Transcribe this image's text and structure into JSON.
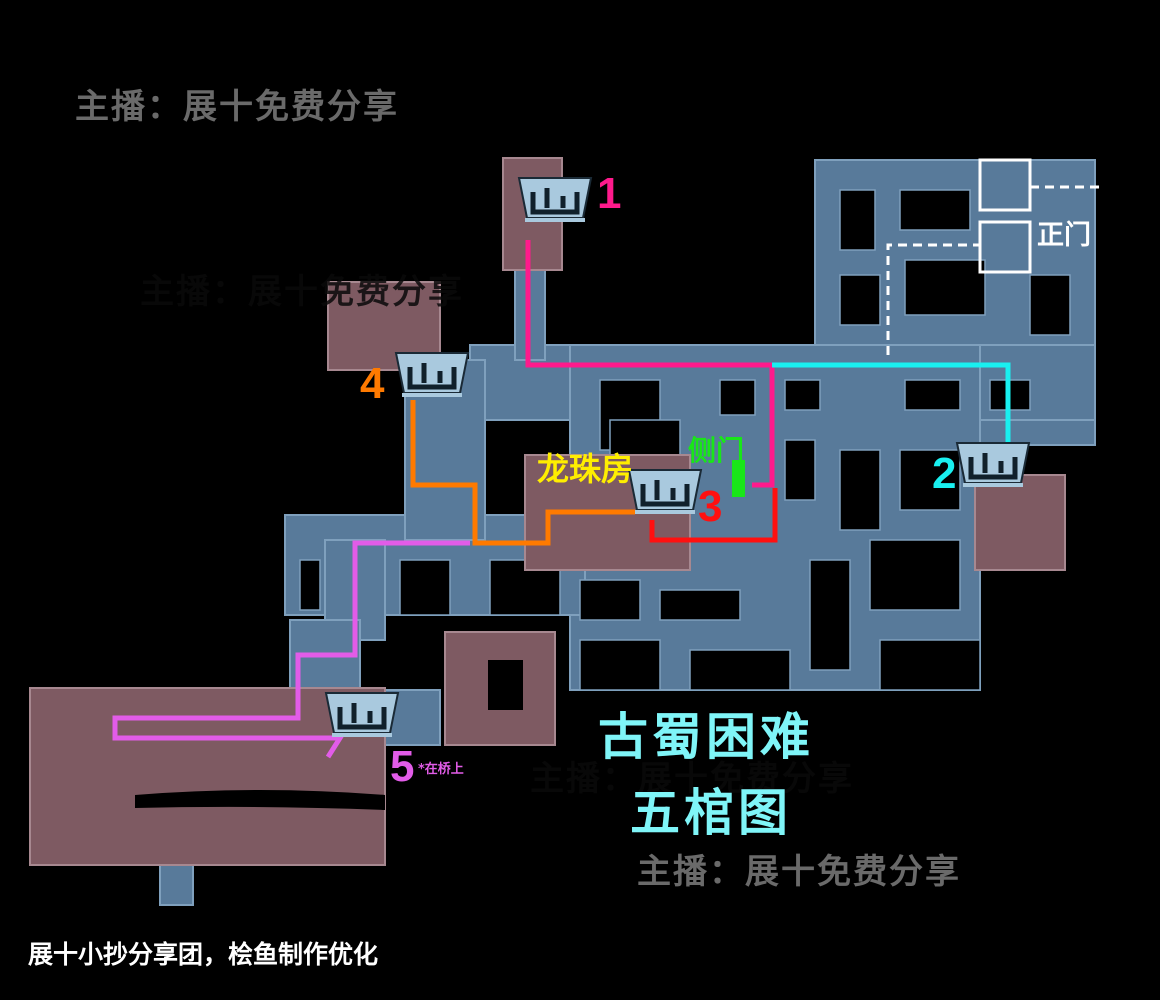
{
  "watermarks": [
    "主播：展十免费分享",
    "主播：展十免费分享",
    "主播：展十免费分享",
    "主播：展十免费分享"
  ],
  "title": {
    "line1": "古蜀困难",
    "line2": "五棺图"
  },
  "credit": "展十小抄分享团，桧鱼制作优化",
  "labels": {
    "dragon_room": "龙珠房",
    "side_door": "侧门",
    "main_door": "正门",
    "bridge_note": "*在桥上"
  },
  "coffins": [
    {
      "number": "1",
      "color": "#ff1a8c"
    },
    {
      "number": "2",
      "color": "#19f0f0"
    },
    {
      "number": "3",
      "color": "#ff1010"
    },
    {
      "number": "4",
      "color": "#ff7a00"
    },
    {
      "number": "5",
      "color": "#e25ce8"
    }
  ],
  "colors": {
    "floor": "#587a9a",
    "room": "#7e5a62",
    "side_door": "#19e619",
    "dragon_room_label": "#ffee00",
    "title": "#7ff5f8"
  }
}
